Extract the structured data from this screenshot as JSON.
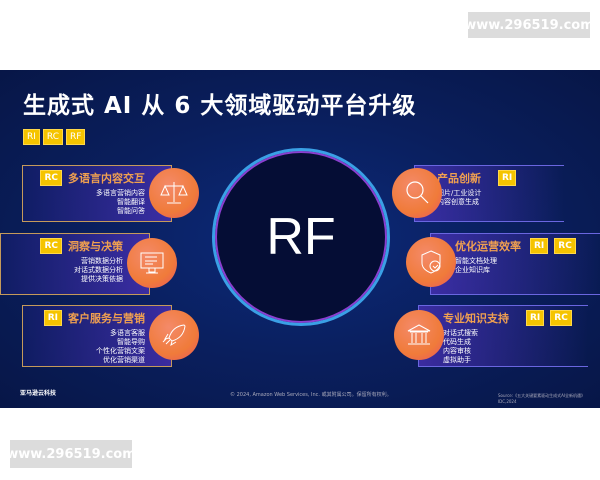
{
  "watermark": "www.296519.com",
  "title": "生成式 AI 从 6 大领域驱动平台升级",
  "top_badges": [
    "RI",
    "RC",
    "RF"
  ],
  "center_label": "RF",
  "left_cards": [
    {
      "badges": [
        "RC"
      ],
      "title": "多语言内容交互",
      "items": [
        "多语言营销内容",
        "智能翻译",
        "智能问答"
      ],
      "icon": "scales-icon"
    },
    {
      "badges": [
        "RC"
      ],
      "title": "洞察与决策",
      "items": [
        "营销数据分析",
        "对话式数据分析",
        "提供决策依据"
      ],
      "icon": "monitor-icon"
    },
    {
      "badges": [
        "RI"
      ],
      "title": "客户服务与营销",
      "items": [
        "多语言客服",
        "智能导购",
        "个性化营销文案",
        "优化营销渠道"
      ],
      "icon": "rocket-icon"
    }
  ],
  "right_cards": [
    {
      "badges": [
        "RI"
      ],
      "title": "产品创新",
      "items": [
        "图片/工业设计",
        "内容创意生成"
      ],
      "icon": "magnifier-icon"
    },
    {
      "badges": [
        "RI",
        "RC"
      ],
      "title": "优化运营效率",
      "items": [
        "智能文档处理",
        "企业知识库"
      ],
      "icon": "shield-check-icon"
    },
    {
      "badges": [
        "RI",
        "RC"
      ],
      "title": "专业知识支持",
      "items": [
        "对话式搜索",
        "代码生成",
        "内容审核",
        "虚拟助手"
      ],
      "icon": "institution-icon"
    }
  ],
  "footer": {
    "logo": "亚马逊云科技",
    "copyright": "© 2024, Amazon Web Services, Inc. 或其附属公司。保留所有权利。",
    "source": "Source:《五大关键要素驱动生成式AI全新机遇》 IDC,2024"
  },
  "colors": {
    "badge": "#f5c400",
    "heading": "#f0a050",
    "background": "#0a1f5e"
  }
}
